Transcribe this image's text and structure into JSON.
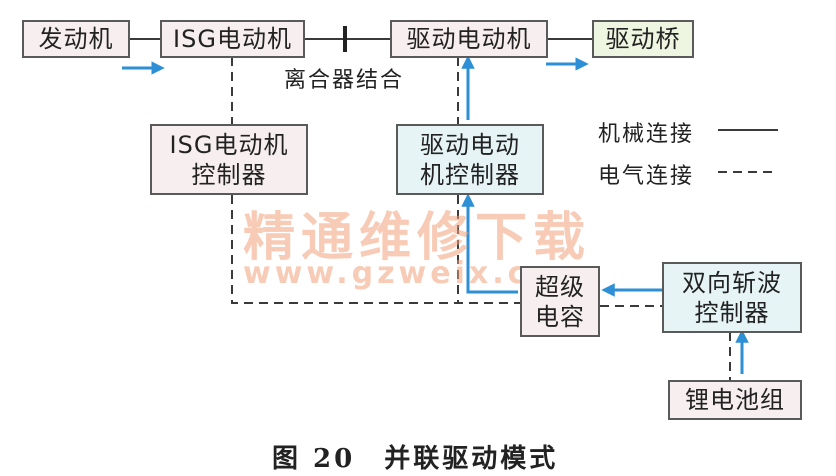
{
  "blocks": {
    "engine": "发动机",
    "isg_motor": "ISG电动机",
    "drive_motor": "驱动电动机",
    "drive_axle": "驱动桥",
    "isg_controller": "ISG电动机\n控制器",
    "drive_controller": "驱动电动\n机控制器",
    "supercapacitor": "超级\n电容",
    "dcdc_controller": "双向斩波\n控制器",
    "battery_pack": "锂电池组"
  },
  "labels": {
    "clutch": "离合器结合"
  },
  "legend": {
    "mechanical": "机械连接",
    "electrical": "电气连接"
  },
  "watermark": {
    "cn": "精通维修下载",
    "url": "www.gzweix.com"
  },
  "caption": "图 20　并联驱动模式",
  "colors": {
    "arrow": "#2d8fd5",
    "line": "#3a3a3a",
    "pink_fill": "#f7efef",
    "blue_fill": "#e6f4f6",
    "green_fill": "#eef5e0"
  }
}
